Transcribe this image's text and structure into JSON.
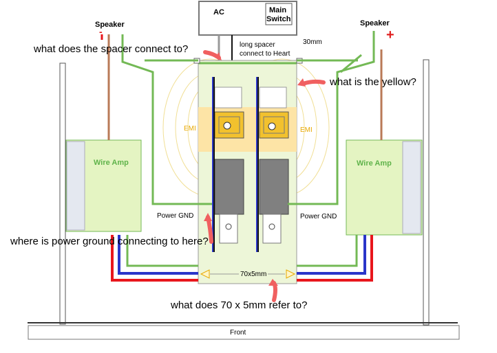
{
  "colors": {
    "green_wire": "#73b955",
    "brown_wire": "#b97a57",
    "red_wire": "#e8161c",
    "blue_wire": "#2a35c9",
    "amp_fill": "#e4f4c2",
    "board_fill": "#edf6d8",
    "yellow_band": "#fde4a6",
    "cap_yellow": "#f2c12e",
    "arrow_red": "#f06060",
    "emi_lines": "#f1df95"
  },
  "labels": {
    "ac": "AC",
    "main_switch_line1": "Main",
    "main_switch_line2": "Switch",
    "speaker_left": "Speaker",
    "speaker_right": "Speaker",
    "plus_sign": "+",
    "minus_sign": "-",
    "spacer_line1": "long spacer",
    "spacer_line2": "connect to Heart",
    "dim_30mm": "30mm",
    "emi_left": "EMI",
    "emi_right": "EMI",
    "amp_left": "Wire Amp",
    "amp_right": "Wire Amp",
    "power_gnd_left": "Power GND",
    "power_gnd_right": "Power GND",
    "dim_70x5": "70x5mm",
    "front": "Front"
  },
  "questions": {
    "q1": "what does the spacer connect to?",
    "q2": "what is the yellow?",
    "q3": "where is power ground connecting to here?",
    "q4": "what does 70 x 5mm refer to?"
  }
}
